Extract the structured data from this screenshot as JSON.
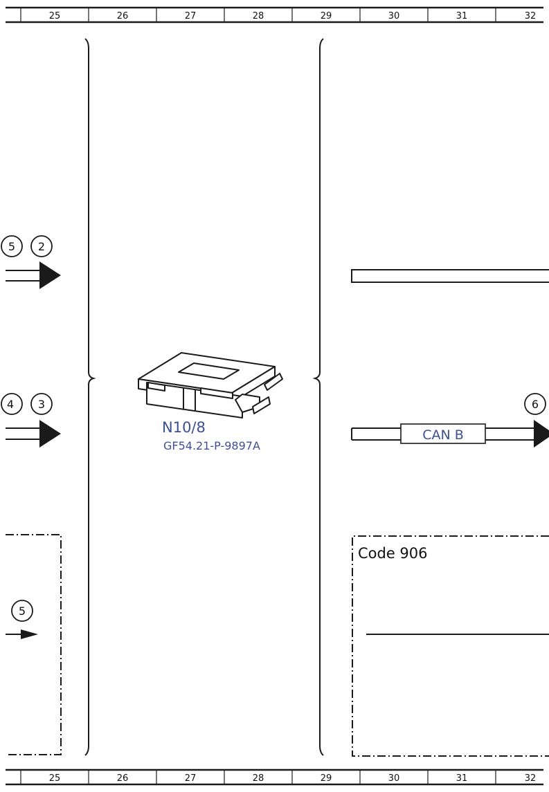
{
  "grid": {
    "columns": [
      "25",
      "26",
      "27",
      "28",
      "29",
      "30",
      "31",
      "32"
    ]
  },
  "connectors": {
    "top_left_a": "5",
    "top_left_b": "2",
    "mid_left_a": "4",
    "mid_left_b": "3",
    "lower_left": "5",
    "right_edge": "6"
  },
  "component": {
    "designation": "N10/8",
    "reference": "GF54.21-P-9897A"
  },
  "bus": {
    "label": "CAN B"
  },
  "option_box": {
    "label": "Code 906"
  },
  "colors": {
    "line": "#1a1a1a",
    "accent_text": "#3a4fa0"
  }
}
